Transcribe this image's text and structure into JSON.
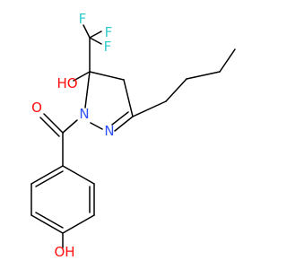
{
  "molecule": {
    "atom_labels": {
      "fluorine_top_left": "F",
      "fluorine_top_right": "F",
      "fluorine_right": "F",
      "hydroxyl_ring": "HO",
      "ring_nitrogen_1": "N",
      "ring_nitrogen_2": "N",
      "carbonyl_oxygen": "O",
      "phenol_hydroxyl": "OH"
    },
    "colors": {
      "fluorine": "#33cccc",
      "oxygen": "#ff0d0d",
      "nitrogen": "#3050f8",
      "bond": "#000000",
      "background": "#ffffff"
    }
  }
}
